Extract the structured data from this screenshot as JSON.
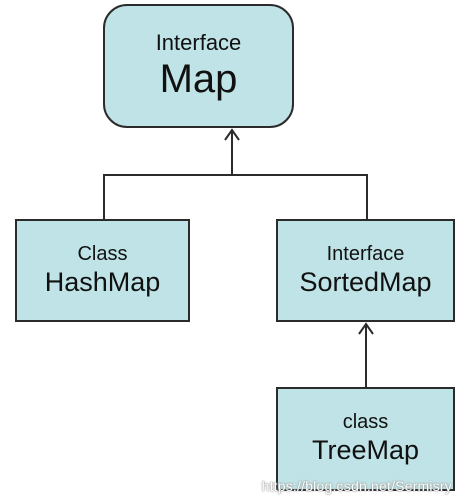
{
  "diagram": {
    "fill_color": "#bfe3e6",
    "line_color": "#2b2b2b",
    "nodes": {
      "map": {
        "kind": "Interface",
        "name": "Map"
      },
      "hashmap": {
        "kind": "Class",
        "name": "HashMap"
      },
      "sortedmap": {
        "kind": "Interface",
        "name": "SortedMap"
      },
      "treemap": {
        "kind": "class",
        "name": "TreeMap"
      }
    },
    "edges": [
      {
        "from": "hashmap",
        "to": "map"
      },
      {
        "from": "sortedmap",
        "to": "map"
      },
      {
        "from": "treemap",
        "to": "sortedmap"
      }
    ]
  },
  "watermark": "https://blog.csdn.net/Sermisry"
}
